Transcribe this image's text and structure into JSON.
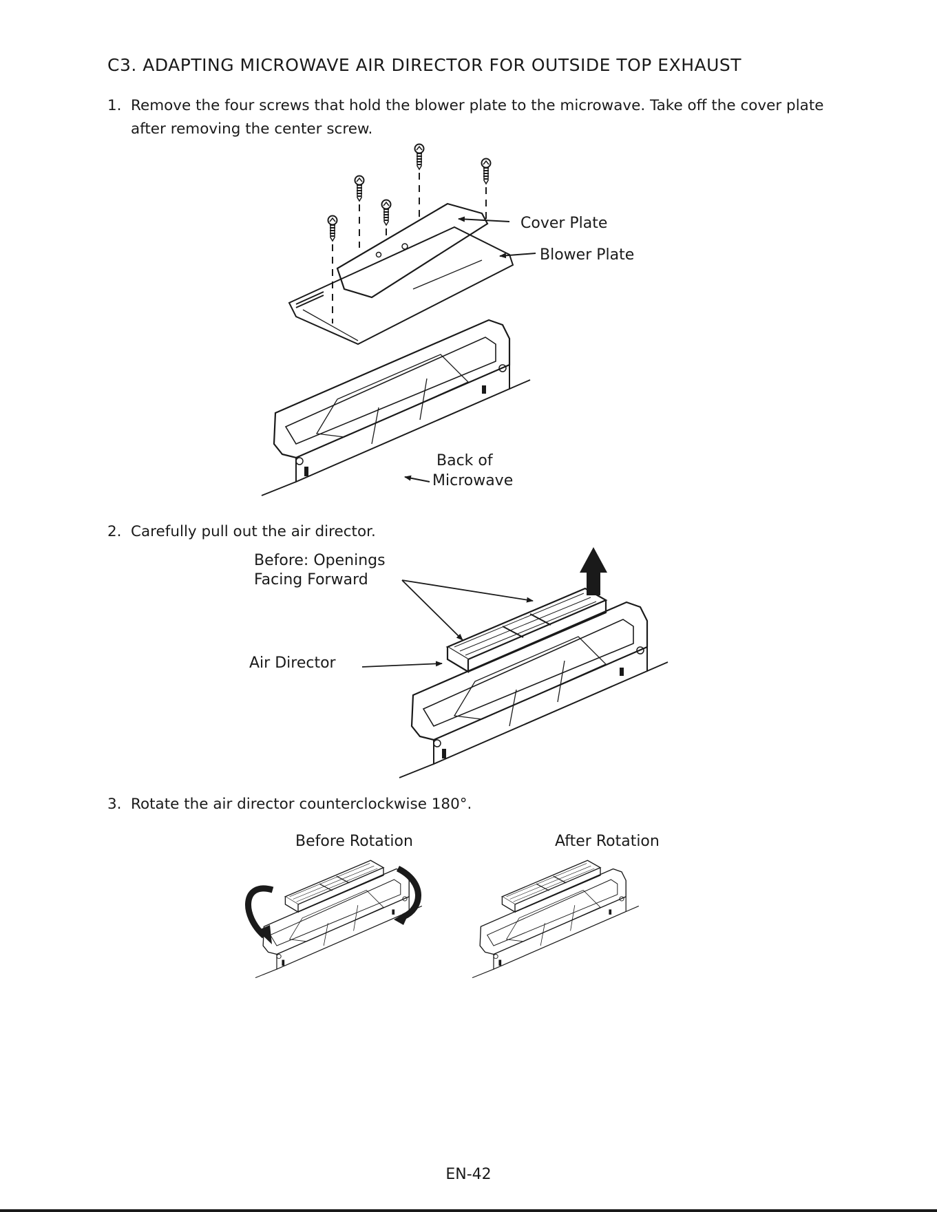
{
  "title": "C3. ADAPTING MICROWAVE AIR DIRECTOR FOR OUTSIDE TOP EXHAUST",
  "steps": [
    {
      "num": "1.",
      "text": "Remove the four screws that hold the blower plate to the microwave. Take off the cover plate after removing the center screw."
    },
    {
      "num": "2.",
      "text": "Carefully pull out the air director."
    },
    {
      "num": "3.",
      "text": "Rotate the air director counterclockwise 180°."
    }
  ],
  "figure1": {
    "cover_plate": "Cover Plate",
    "blower_plate": "Blower Plate",
    "back_of_line1": "Back of",
    "back_of_line2": "Microwave"
  },
  "figure2": {
    "before_line1": "Before: Openings",
    "before_line2": "Facing Forward",
    "air_director": "Air Director"
  },
  "figure3": {
    "before_rotation": "Before Rotation",
    "after_rotation": "After Rotation"
  },
  "page_number": "EN-42"
}
